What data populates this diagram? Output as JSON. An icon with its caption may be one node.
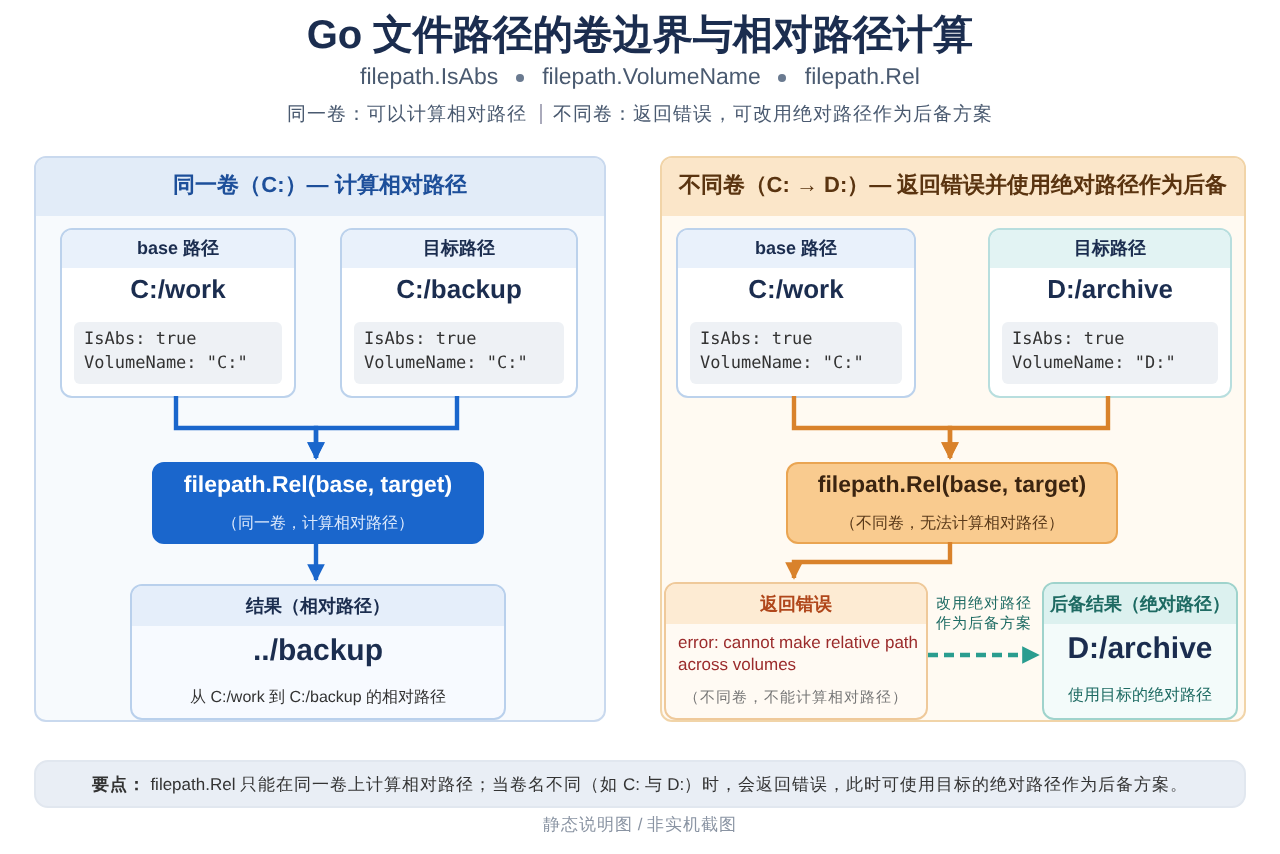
{
  "diagram": {
    "title": "Go 文件路径的卷边界与相对路径计算",
    "nodes": [
      {
        "text": [
          "同一卷（C:）— 计算相对路径"
        ]
      },
      {
        "text": [
          "base 路径",
          "C:/work",
          "IsAbs: true",
          "VolumeName: \"C:\""
        ],
        "in": 0
      },
      {
        "text": [
          "目标路径",
          "C:/backup",
          "IsAbs: true",
          "VolumeName: \"C:\""
        ],
        "in": 0
      },
      {
        "text": [
          "filepath.Rel(base, target)",
          "（同一卷，计算相对路径）"
        ],
        "in": 0
      },
      {
        "text": [
          "结果（相对路径）",
          "../backup",
          "从 C:/work 到 C:/backup 的相对路径"
        ],
        "in": 0
      },
      {
        "text": [
          "不同卷（C: → D:）— 返回错误并使用绝对路径作为后备"
        ]
      },
      {
        "text": [
          "base 路径",
          "C:/work",
          "IsAbs: true",
          "VolumeName: \"C:\""
        ],
        "in": 5
      },
      {
        "text": [
          "目标路径",
          "D:/archive",
          "IsAbs: true",
          "VolumeName: \"D:\""
        ],
        "in": 5
      },
      {
        "text": [
          "filepath.Rel(base, target)",
          "（不同卷，无法计算相对路径）"
        ],
        "in": 5
      },
      {
        "text": [
          "返回错误",
          "error: cannot make relative path across volumes",
          "（不同卷，不能计算相对路径）"
        ],
        "in": 5
      },
      {
        "text": [
          "后备结果（绝对路径）",
          "D:/archive",
          "使用目标的绝对路径"
        ],
        "in": 5
      },
      {
        "text": [
          "**要点：** filepath.Rel 只能在同一卷上计算相对路径；当卷名不同（如 C: 与 D:）时，会返回错误，此时可使用目标的绝对路径作为后备方案。"
        ]
      }
    ],
    "edges": [
      {
        "from": 1,
        "to": 3,
        "arrow": "to",
        "color": "#1a66cc"
      },
      {
        "from": 2,
        "to": 3,
        "arrow": "to",
        "color": "#1a66cc"
      },
      {
        "from": 3,
        "to": 4,
        "arrow": "to",
        "color": "#1a66cc"
      },
      {
        "from": 6,
        "to": 8,
        "arrow": "to",
        "color": "#d9822b"
      },
      {
        "from": 7,
        "to": 8,
        "arrow": "to",
        "color": "#d9822b"
      },
      {
        "from": 8,
        "to": 9,
        "arrow": "to",
        "color": "#d9822b"
      },
      {
        "from": 9,
        "to": 10,
        "arrow": "to",
        "style": "dashed",
        "color": "#2a9d8f",
        "label": "改用绝对路径作为后备方案"
      }
    ],
    "labels": [
      "filepath.IsAbs",
      "filepath.VolumeName",
      "filepath.Rel",
      "同一卷：可以计算相对路径",
      "不同卷：返回错误，可改用绝对路径作为后备方案",
      "静态说明图 / 非实机截图"
    ]
  }
}
